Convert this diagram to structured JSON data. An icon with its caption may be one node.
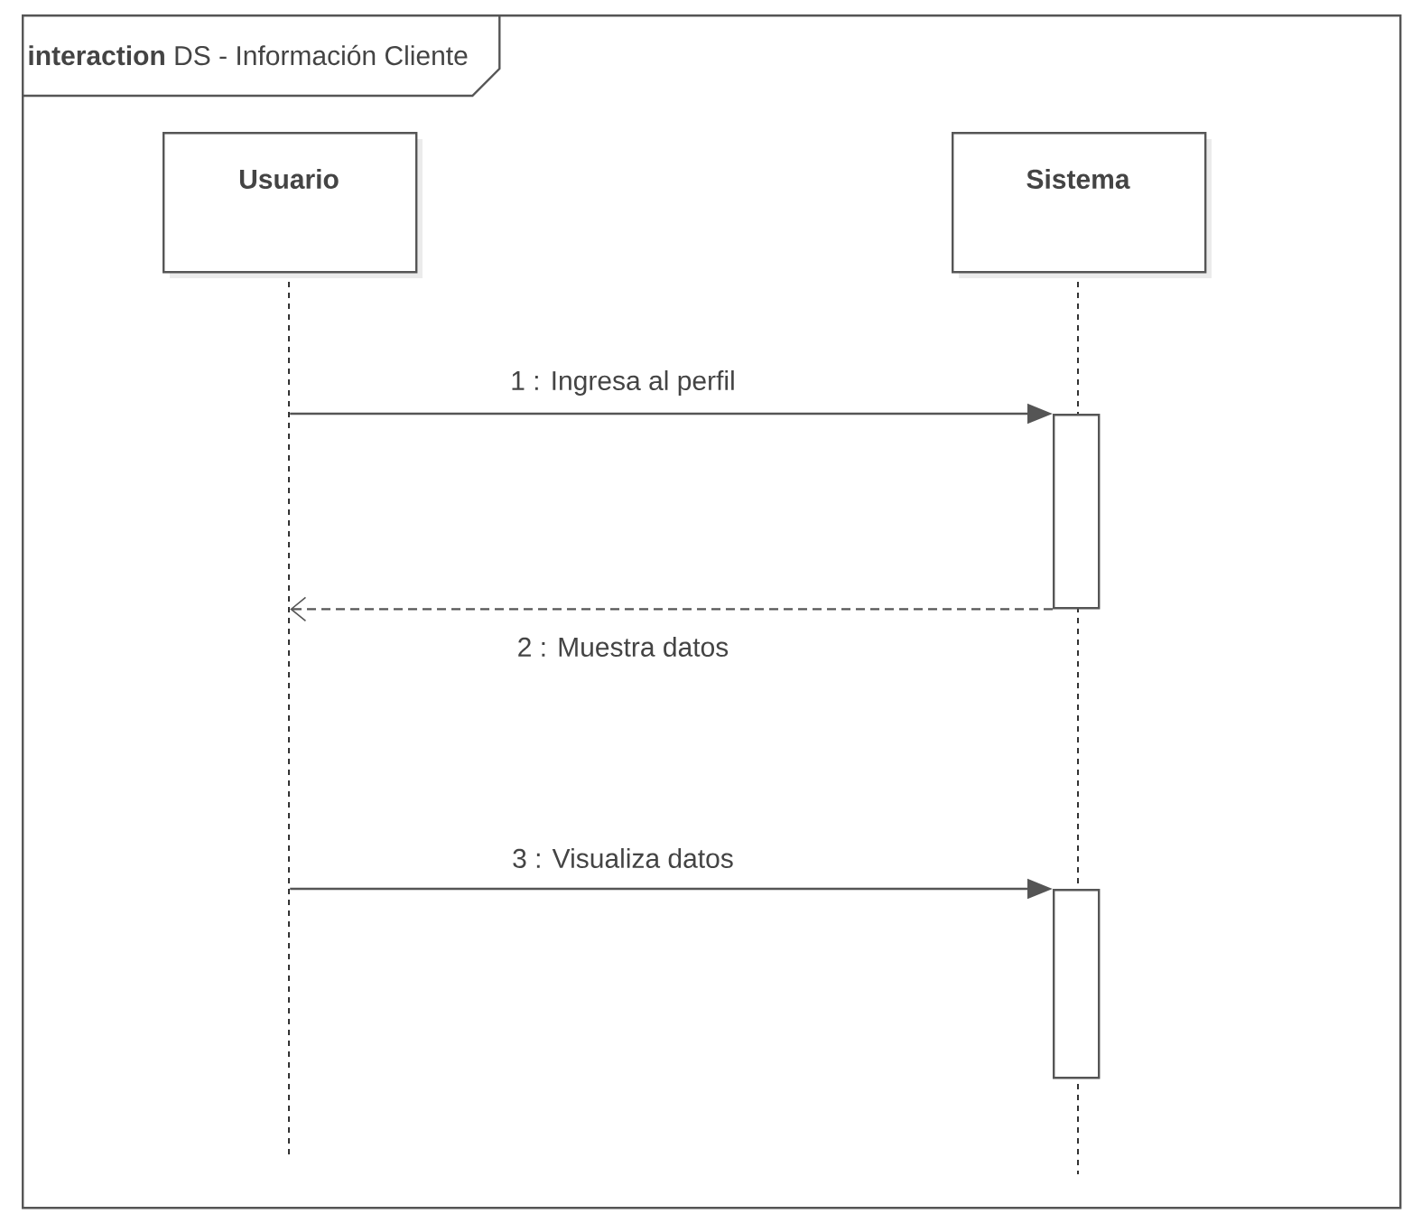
{
  "diagram": {
    "nodes": [
      {
        "text": [
          "**interaction** DS - Información Cliente"
        ]
      },
      {
        "text": [
          "Usuario"
        ],
        "in": 0
      },
      {
        "text": [
          "Sistema"
        ],
        "in": 0
      },
      {
        "text": [],
        "shape": "bar",
        "in": 2
      },
      {
        "text": [],
        "shape": "bar",
        "in": 2
      }
    ],
    "edges": [
      {
        "from": 1,
        "to": 3,
        "arrow": "to",
        "label": "1 : Ingresa al perfil"
      },
      {
        "from": 3,
        "to": 1,
        "arrow": "to",
        "label": "2 : Muestra datos",
        "style": "dashed"
      },
      {
        "from": 1,
        "to": 4,
        "arrow": "to",
        "label": "3 : Visualiza datos"
      }
    ]
  }
}
